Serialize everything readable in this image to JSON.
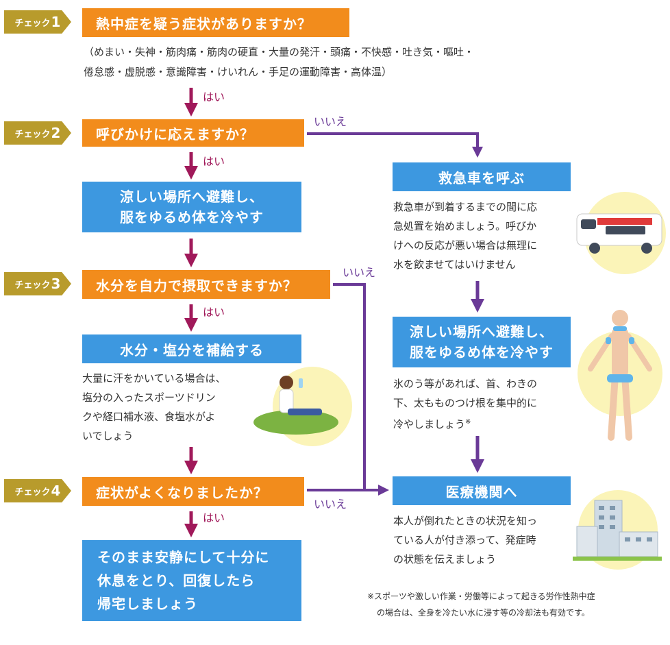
{
  "checks": [
    {
      "word": "チェック",
      "num": "1"
    },
    {
      "word": "チェック",
      "num": "2"
    },
    {
      "word": "チェック",
      "num": "3"
    },
    {
      "word": "チェック",
      "num": "4"
    }
  ],
  "questions": {
    "q1": "熱中症を疑う症状がありますか？",
    "q2": "呼びかけに応えますか？",
    "q3": "水分を自力で摂取できますか？",
    "q4": "症状がよくなりましたか？"
  },
  "symptoms": {
    "line1": "（めまい・失神・筋肉痛・筋肉の硬直・大量の発汗・頭痛・不快感・吐き気・嘔吐・",
    "line2": "倦怠感・虚脱感・意識障害・けいれん・手足の運動障害・高体温）"
  },
  "answers": {
    "yes": "はい",
    "no": "いいえ"
  },
  "left": {
    "cool_line1": "涼しい場所へ避難し、",
    "cool_line2": "服をゆるめ体を冷やす",
    "hydrate_title": "水分・塩分を補給する",
    "hydrate_lines": [
      "大量に汗をかいている場合は、",
      "塩分の入ったスポーツドリン",
      "クや経口補水液、食塩水がよ",
      "いでしょう"
    ],
    "rest_lines": [
      "そのまま安静にして十分に",
      "休息をとり、回復したら",
      "帰宅しましょう"
    ]
  },
  "right": {
    "ambulance_title": "救急車を呼ぶ",
    "ambulance_lines": [
      "救急車が到着するまでの間に応",
      "急処置を始めましょう。呼びか",
      "けへの反応が悪い場合は無理に",
      "水を飲ませてはいけません"
    ],
    "cool_line1": "涼しい場所へ避難し、",
    "cool_line2": "服をゆるめ体を冷やす",
    "ice_lines": [
      "氷のう等があれば、首、わきの",
      "下、太もものつけ根を集中的に",
      "冷やしましょう"
    ],
    "ice_mark": "※",
    "hospital_title": "医療機関へ",
    "hospital_lines": [
      "本人が倒れたときの状況を知っ",
      "ている人が付き添って、発症時",
      "の状態を伝えましょう"
    ]
  },
  "footnote": {
    "line1": "※スポーツや激しい作業・労働等によって起きる労作性熱中症",
    "line2": "の場合は、全身を冷たい水に浸す等の冷却法も有効です。"
  },
  "colors": {
    "orange": "#f28c1c",
    "blue": "#3d98e0",
    "gold_tag": "#b89b2c",
    "yes_arrow": "#a0195a",
    "no_arrow": "#6a3a97",
    "illustration_bg": "#fbf4b8"
  }
}
